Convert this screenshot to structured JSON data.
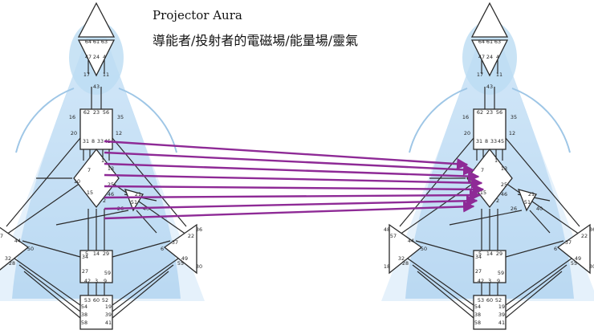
{
  "title": "Projector Aura",
  "subtitle": "導能者/投射者的電磁場/能量場/靈氣",
  "colors": {
    "aura_top": "#cfe6f7",
    "aura_bottom": "#8fc0e8",
    "head_glow": "#bcdcf3",
    "arrow": "#8e2a96",
    "line": "#2a2a2a"
  },
  "gates": {
    "head": [
      "64",
      "61",
      "63"
    ],
    "ajna_top": [
      "47",
      "24",
      "4"
    ],
    "ajna_mid": [
      "17",
      "11"
    ],
    "ajna_low": "43",
    "throat_top": [
      "62",
      "23",
      "56"
    ],
    "throat_sides": [
      "16",
      "35"
    ],
    "throat_mid": [
      "20",
      "12"
    ],
    "throat_low": [
      "31",
      "8",
      "33",
      "45"
    ],
    "g": [
      "1",
      "13",
      "7",
      "10",
      "25",
      "15",
      "46",
      "2"
    ],
    "heart": [
      "21",
      "26",
      "51",
      "40"
    ],
    "spleen": [
      "48",
      "57",
      "44",
      "50",
      "32",
      "28",
      "18"
    ],
    "solar": [
      "36",
      "22",
      "37",
      "6",
      "49",
      "55",
      "30"
    ],
    "sacral": [
      "5",
      "14",
      "29",
      "34",
      "27",
      "59",
      "42",
      "3",
      "9"
    ],
    "root": [
      "53",
      "60",
      "52",
      "54",
      "19",
      "38",
      "39",
      "58",
      "41"
    ]
  }
}
